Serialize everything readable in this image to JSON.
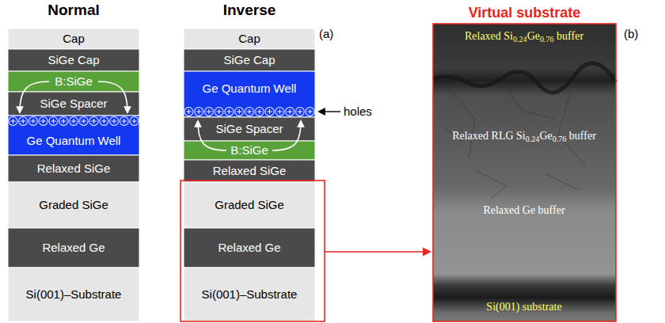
{
  "diagram": {
    "nodes": [
      {
        "text": [
          "Cap"
        ]
      },
      {
        "text": [
          "SiGe Cap"
        ]
      },
      {
        "text": [
          "B:SiGe"
        ]
      },
      {
        "text": [
          "SiGe Spacer"
        ]
      },
      {
        "text": [
          "Ge Quantum Well"
        ]
      },
      {
        "text": [
          "Relaxed SiGe"
        ]
      },
      {
        "text": [
          "Graded SiGe"
        ]
      },
      {
        "text": [
          "Relaxed Ge"
        ]
      },
      {
        "text": [
          "Si(001)–Substrate"
        ]
      },
      {
        "text": [
          "Cap"
        ]
      },
      {
        "text": [
          "SiGe Cap"
        ]
      },
      {
        "text": [
          "Ge Quantum Well"
        ]
      },
      {
        "text": [
          "SiGe Spacer"
        ]
      },
      {
        "text": [
          "B:SiGe"
        ]
      },
      {
        "text": [
          "Relaxed SiGe"
        ]
      },
      {
        "text": [
          "Graded SiGe"
        ]
      },
      {
        "text": [
          "Relaxed Ge"
        ]
      },
      {
        "text": [
          "Si(001)–Substrate"
        ]
      },
      {
        "text": [
          "Virtual substrate"
        ]
      }
    ],
    "labels": [
      "Normal",
      "Inverse",
      "(a)",
      "holes",
      "(b)",
      "Relaxed Si0.24Ge0.76 buffer",
      "Relaxed RLG Si0.24Ge0.76 buffer",
      "Relaxed Ge buffer",
      "Si(001) substrate"
    ]
  }
}
